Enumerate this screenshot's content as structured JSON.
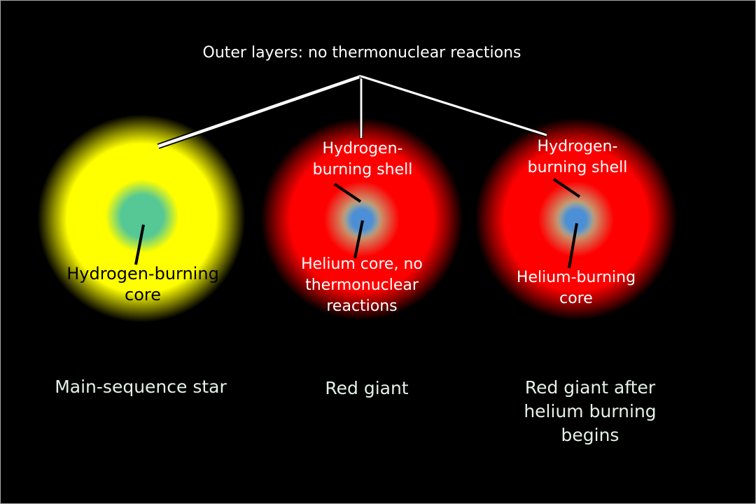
{
  "title": "Outer layers: no thermonuclear reactions",
  "colors": {
    "background": "#000000",
    "main_sequence_surface": "#ffff00",
    "hydrogen_burning_core": "#55c896",
    "red_giant_surface": "#ff0000",
    "hydrogen_burning_shell": "#c2ab7d",
    "helium_core": "#4c8fd6",
    "top_label_color": "#ffffff",
    "inner_label_white": "#ffffff",
    "inner_label_black": "#000000",
    "caption_color": "#e4f1e8"
  },
  "stars": [
    {
      "id": "main-sequence-star",
      "core_label": "Hydrogen-burning\ncore",
      "caption": "Main-sequence star"
    },
    {
      "id": "red-giant",
      "shell_label": "Hydrogen-\nburning shell",
      "core_label": "Helium core, no\nthermonuclear\nreactions",
      "caption": "Red giant"
    },
    {
      "id": "red-giant-after-helium-burning",
      "shell_label": "Hydrogen-\nburning shell",
      "core_label": "Helium-burning\ncore",
      "caption": "Red giant after\nhelium burning\nbegins"
    }
  ]
}
